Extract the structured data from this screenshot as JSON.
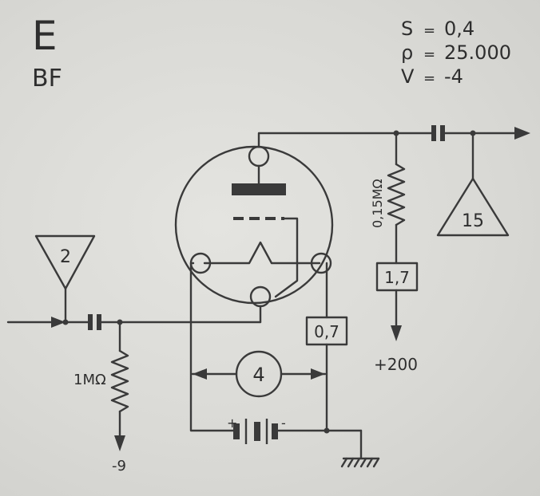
{
  "header": {
    "letter": "E",
    "subtitle": "BF"
  },
  "parameters": [
    {
      "symbol": "S",
      "sign": "=",
      "value": "0,4"
    },
    {
      "symbol": "ρ",
      "sign": "=",
      "value": "25.000"
    },
    {
      "symbol": "V",
      "sign": "=",
      "value": "-4"
    }
  ],
  "terminals": {
    "input_pin": "2",
    "output_pin": "15",
    "filament_pin": "4"
  },
  "resistors": {
    "grid_leak": "1MΩ",
    "anode_load": "0,15MΩ"
  },
  "boxes": {
    "anode_current": "1,7",
    "cathode_current": "0,7"
  },
  "supplies": {
    "plate_supply": "+200",
    "grid_bias": "-9"
  },
  "battery": {
    "plus": "+",
    "minus": "-"
  },
  "colors": {
    "ink": "#3a3a3a",
    "paper": "#dcdcd8"
  }
}
